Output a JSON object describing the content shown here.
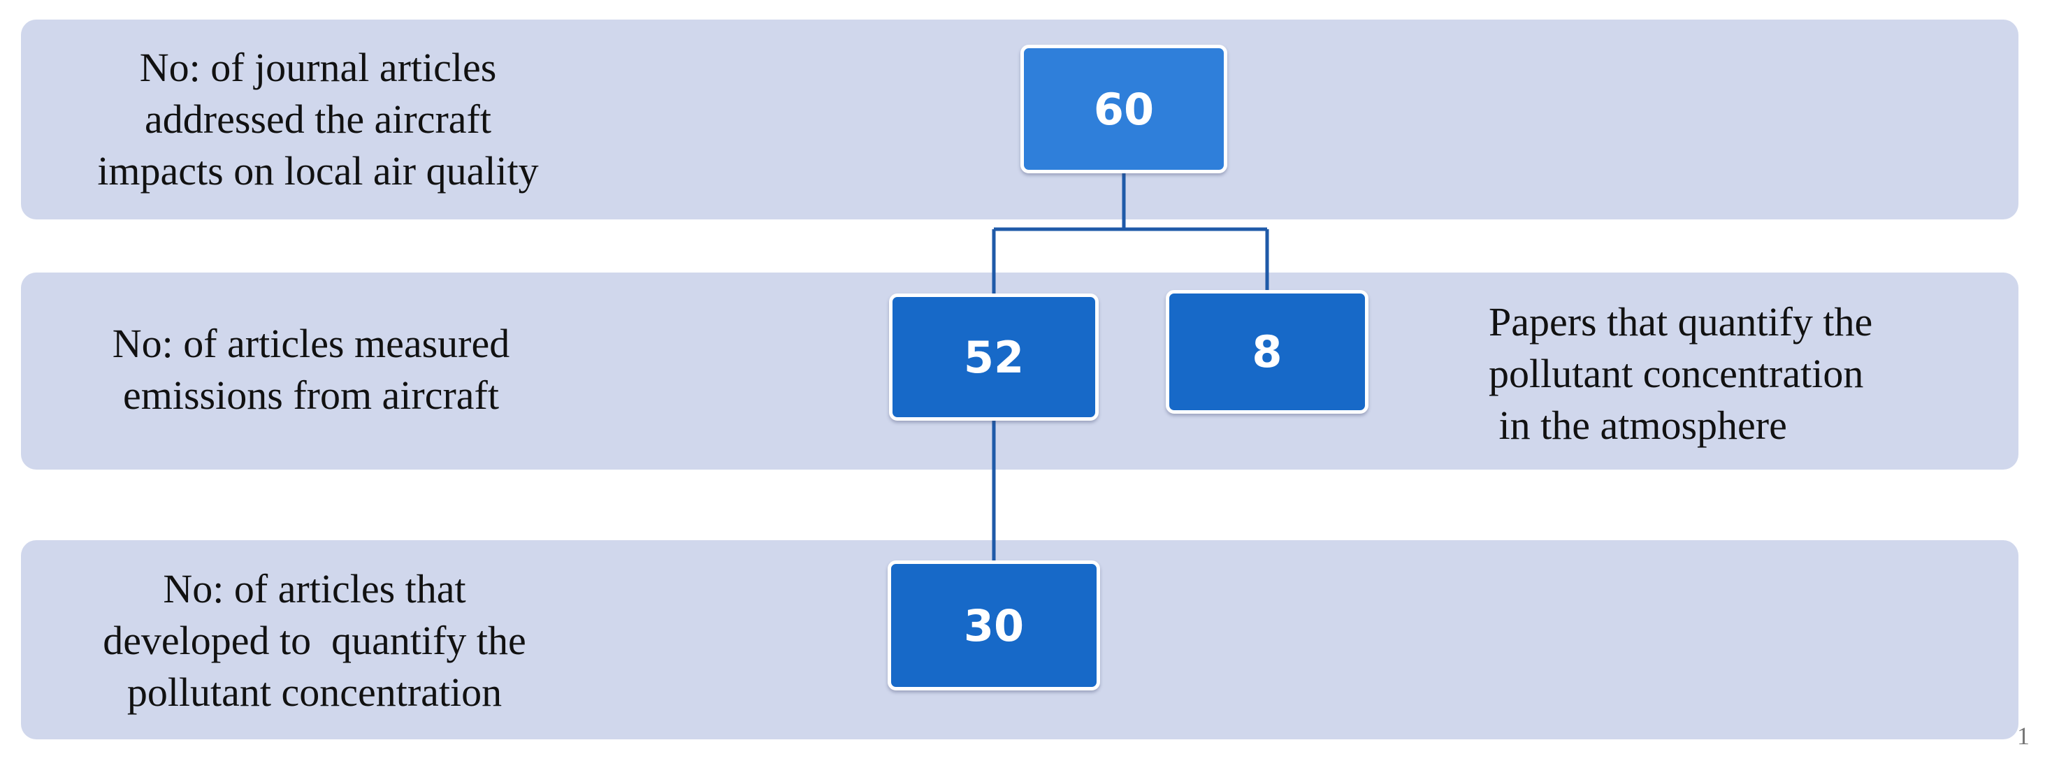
{
  "rows": [
    {
      "label": "No: of journal articles\naddressed the aircraft\nimpacts on local air quality",
      "node_value": "60"
    },
    {
      "label": "No: of articles measured\nemissions from aircraft",
      "node_value": "52",
      "side_node_value": "8",
      "side_label": "Papers that quantify the\npollutant concentration\n in the atmosphere"
    },
    {
      "label": "No: of articles that\ndeveloped to  quantify the\npollutant concentration",
      "node_value": "30"
    }
  ],
  "page_mark": "1",
  "colors": {
    "band": "#d0d7ec",
    "node_primary": "#2f7fda",
    "node": "#1769c8",
    "connector": "#1f5aa8",
    "node_text": "#ffffff"
  }
}
